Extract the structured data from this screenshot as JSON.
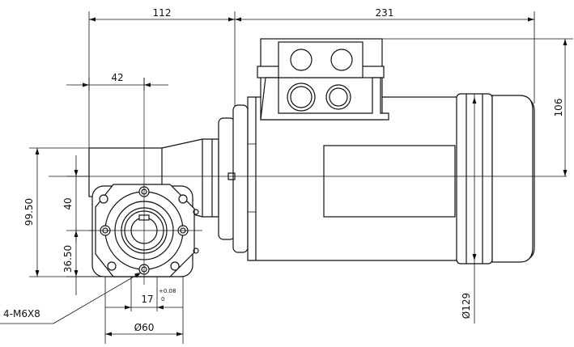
{
  "drawing": {
    "dimensions": {
      "length_112": "112",
      "length_231": "231",
      "length_42": "42",
      "height_106": "106",
      "height_99_50": "99.50",
      "height_40": "40",
      "height_36_50": "36.50",
      "width_17": "17",
      "tol_upper": "+0.08",
      "tol_lower": "0",
      "dia_60": "Ø60",
      "dia_129": "Ø129",
      "thread_note": "4-M6X8"
    }
  }
}
